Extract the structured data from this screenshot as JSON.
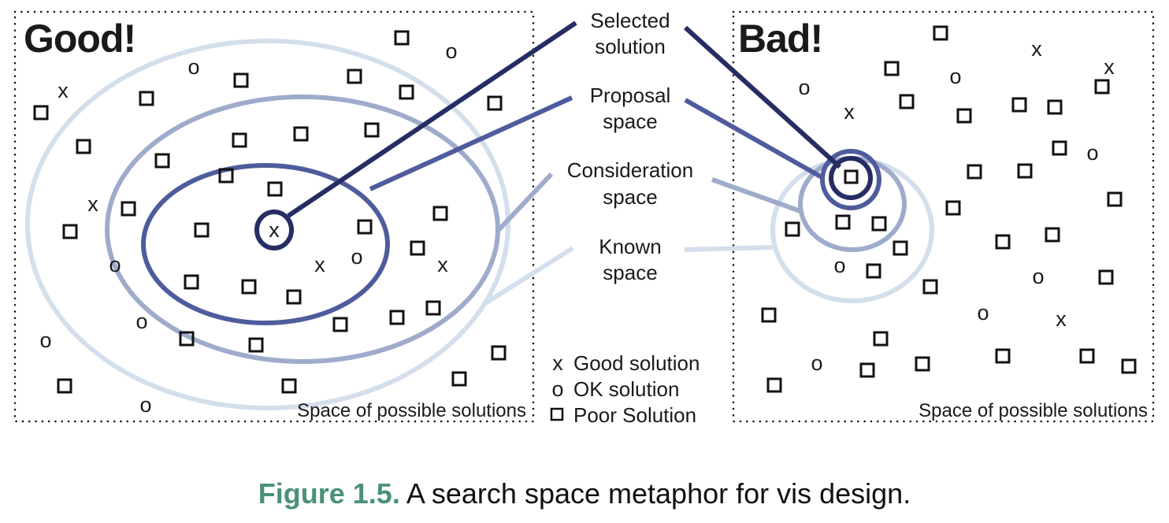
{
  "colors": {
    "selected": "#262d63",
    "proposal": "#4f5c9c",
    "consideration": "#9eabcb",
    "known": "#d4dfec",
    "marker": "#111111",
    "caption_accent": "#4a9277"
  },
  "panels": [
    {
      "id": "good",
      "title": "Good!",
      "space_label": "Space of possible solutions",
      "selected_marker": "x",
      "markers": {
        "good": [
          [
            80,
            115
          ],
          [
            118,
            259
          ],
          [
            406,
            336
          ],
          [
            562,
            336
          ]
        ],
        "ok": [
          [
            573,
            65
          ],
          [
            246,
            85
          ],
          [
            146,
            336
          ],
          [
            453,
            326
          ],
          [
            180,
            408
          ],
          [
            58,
            432
          ],
          [
            185,
            514
          ]
        ],
        "poor": [
          [
            510,
            48
          ],
          [
            306,
            102
          ],
          [
            450,
            97
          ],
          [
            516,
            117
          ],
          [
            186,
            125
          ],
          [
            52,
            143
          ],
          [
            628,
            131
          ],
          [
            106,
            186
          ],
          [
            206,
            204
          ],
          [
            304,
            178
          ],
          [
            382,
            170
          ],
          [
            472,
            165
          ],
          [
            287,
            223
          ],
          [
            349,
            240
          ],
          [
            163,
            265
          ],
          [
            89,
            294
          ],
          [
            256,
            292
          ],
          [
            463,
            288
          ],
          [
            559,
            271
          ],
          [
            530,
            315
          ],
          [
            243,
            358
          ],
          [
            316,
            364
          ],
          [
            373,
            377
          ],
          [
            432,
            412
          ],
          [
            504,
            403
          ],
          [
            550,
            391
          ],
          [
            237,
            430
          ],
          [
            325,
            438
          ],
          [
            633,
            448
          ],
          [
            82,
            490
          ],
          [
            367,
            490
          ],
          [
            583,
            481
          ]
        ]
      }
    },
    {
      "id": "bad",
      "title": "Bad!",
      "space_label": "Space of possible solutions",
      "selected_marker": "poor",
      "markers": {
        "good": [
          [
            1316,
            62
          ],
          [
            1408,
            85
          ],
          [
            1078,
            142
          ],
          [
            1347,
            405
          ]
        ],
        "ok": [
          [
            1021,
            111
          ],
          [
            1213,
            97
          ],
          [
            1387,
            194
          ],
          [
            1066,
            337
          ],
          [
            1318,
            351
          ],
          [
            1248,
            397
          ],
          [
            1037,
            461
          ]
        ],
        "poor": [
          [
            1194,
            42
          ],
          [
            1132,
            87
          ],
          [
            1151,
            129
          ],
          [
            1224,
            147
          ],
          [
            1294,
            133
          ],
          [
            1339,
            136
          ],
          [
            1399,
            110
          ],
          [
            1345,
            188
          ],
          [
            1237,
            218
          ],
          [
            1301,
            217
          ],
          [
            1210,
            264
          ],
          [
            1415,
            253
          ],
          [
            1006,
            291
          ],
          [
            1070,
            282
          ],
          [
            1116,
            284
          ],
          [
            1143,
            315
          ],
          [
            1109,
            344
          ],
          [
            1273,
            307
          ],
          [
            1336,
            298
          ],
          [
            1181,
            364
          ],
          [
            1404,
            352
          ],
          [
            976,
            400
          ],
          [
            1118,
            430
          ],
          [
            1273,
            452
          ],
          [
            1171,
            462
          ],
          [
            1101,
            470
          ],
          [
            1380,
            452
          ],
          [
            1433,
            465
          ],
          [
            983,
            489
          ]
        ]
      }
    }
  ],
  "callouts": [
    {
      "id": "selected",
      "lines": [
        "Selected",
        "solution"
      ]
    },
    {
      "id": "proposal",
      "lines": [
        "Proposal",
        "space"
      ]
    },
    {
      "id": "consideration",
      "lines": [
        "Consideration",
        "space"
      ]
    },
    {
      "id": "known",
      "lines": [
        "Known",
        "space"
      ]
    }
  ],
  "legend": [
    {
      "symbol": "x",
      "label": "Good solution"
    },
    {
      "symbol": "o",
      "label": "OK solution"
    },
    {
      "symbol": "square",
      "label": "Poor Solution"
    }
  ],
  "caption": {
    "figure_label": "Figure 1.5.",
    "text": " A search space metaphor for vis design."
  },
  "marker_glyphs": {
    "good": "x",
    "ok": "o"
  }
}
